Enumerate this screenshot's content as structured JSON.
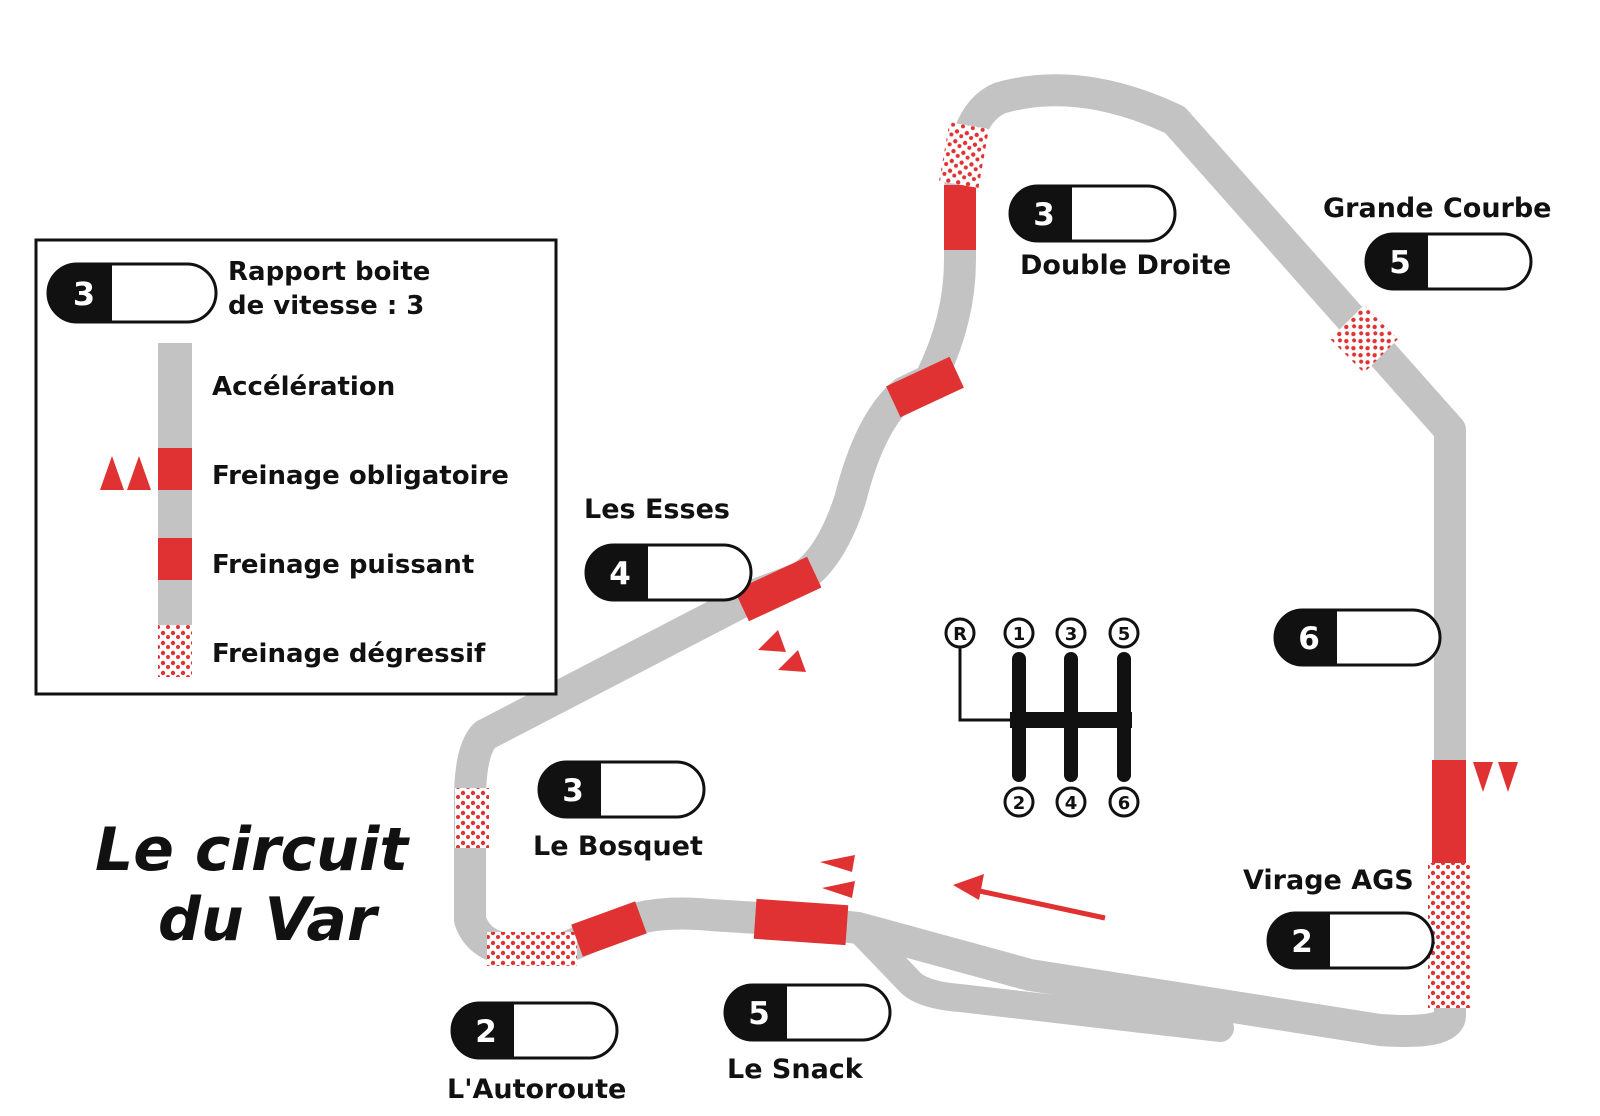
{
  "title": {
    "line1": "Le circuit",
    "line2": "du Var"
  },
  "colors": {
    "track": "#c3c3c3",
    "braking": "#e03232",
    "ink": "#111111"
  },
  "legend": {
    "gear_example": "3",
    "gear_text_line1": "Rapport boite",
    "gear_text_line2": "de vitesse : 3",
    "acceleration": "Accélération",
    "mandatory_braking": "Freinage obligatoire",
    "strong_braking": "Freinage puissant",
    "progressive_braking": "Freinage dégressif"
  },
  "corners": [
    {
      "name": "Double Droite",
      "gear": "3"
    },
    {
      "name": "Grande Courbe",
      "gear": "5"
    },
    {
      "name": "Les Esses",
      "gear": "4"
    },
    {
      "name": "",
      "gear": "6"
    },
    {
      "name": "Le Bosquet",
      "gear": "3"
    },
    {
      "name": "Virage AGS",
      "gear": "2"
    },
    {
      "name": "Le Snack",
      "gear": "5"
    },
    {
      "name": "L'Autoroute",
      "gear": "2"
    }
  ],
  "gearbox": {
    "reverse": "R",
    "top": [
      "1",
      "3",
      "5"
    ],
    "bottom": [
      "2",
      "4",
      "6"
    ]
  }
}
